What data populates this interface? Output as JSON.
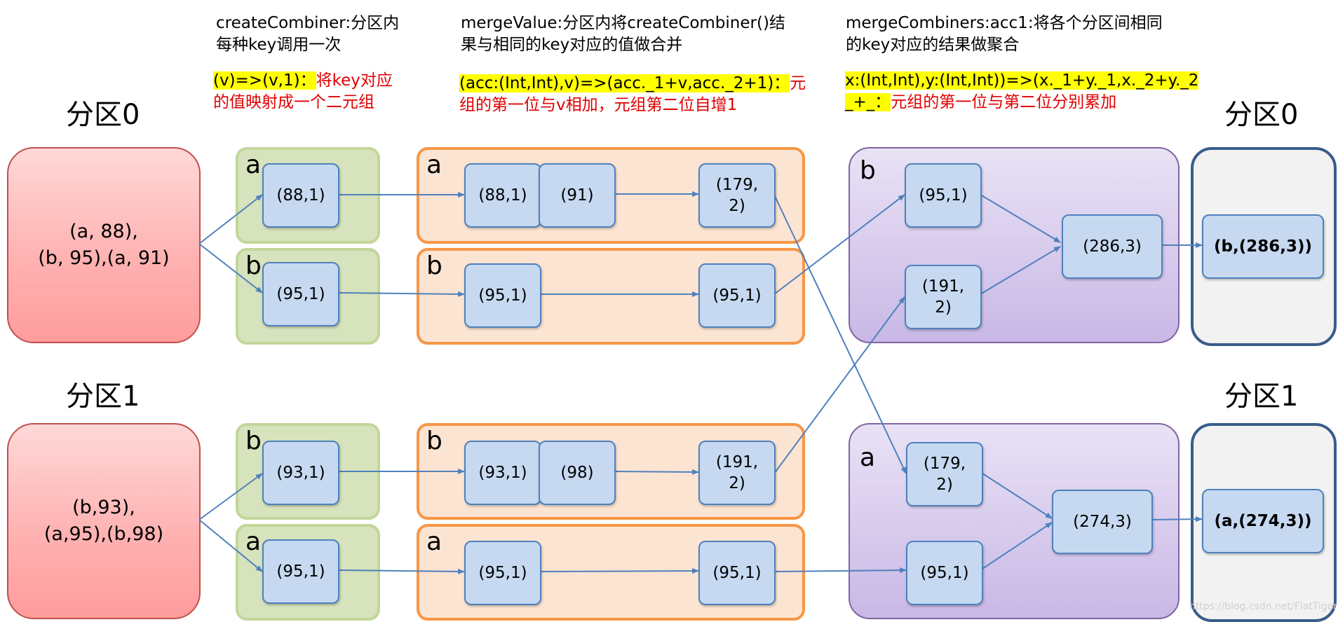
{
  "headers": {
    "create": "createCombiner:分区内\n每种key调用一次",
    "merge_value": "mergeValue:分区内将createCombiner()结\n果与相同的key对应的值做合并",
    "merge_combiners": "mergeCombiners:acc1:将各个分区间相同\n的key对应的结果做聚合"
  },
  "annotations": {
    "create_code": "(v)=>(v,1)：",
    "create_desc_1": "将key对应",
    "create_desc_2": "的值映射成一个二元组",
    "merge_code": "(acc:(Int,Int),v)=>(acc._1+v,acc._2+1)：",
    "merge_desc_1": "元",
    "merge_desc_2": "组的第一位与v相加，元组第二位自增1",
    "comb_code_1": "x:(Int,Int),y:(Int,Int))=>(x._1+y._1,x._2+y._2",
    "comb_code_2": "_+_：",
    "comb_desc": "元组的第一位与第二位分别累加"
  },
  "titles": {
    "left_p0": "分区0",
    "left_p1": "分区1",
    "right_p0": "分区0",
    "right_p1": "分区1"
  },
  "sources": {
    "p0": "(a, 88),\n(b, 95),(a, 91)",
    "p1": "(b,93),\n(a,95),(b,98)"
  },
  "group_keys": {
    "g1": "a",
    "g2": "b",
    "g3": "b",
    "g4": "a",
    "o1": "a",
    "o2": "b",
    "o3": "b",
    "o4": "a",
    "p1": "b",
    "p2": "a"
  },
  "nodes": {
    "c_a0": "(88,1)",
    "c_b0": "(95,1)",
    "c_b1": "(93,1)",
    "c_a1": "(95,1)",
    "m_a0_1": "(88,1)",
    "m_a0_2": "(91)",
    "m_a0_3": "(179,\n2)",
    "m_b0_1": "(95,1)",
    "m_b0_3": "(95,1)",
    "m_b1_1": "(93,1)",
    "m_b1_2": "(98)",
    "m_b1_3": "(191,\n2)",
    "m_a1_1": "(95,1)",
    "m_a1_3": "(95,1)",
    "cb_b_1": "(95,1)",
    "cb_b_2": "(191,\n2)",
    "cb_b_r": "(286,3)",
    "cb_a_1": "(179,\n2)",
    "cb_a_2": "(95,1)",
    "cb_a_r": "(274,3)",
    "out_b": "(b,(286,3))",
    "out_a": "(a,(274,3))"
  },
  "watermark": "https://blog.csdn.net/FlatTiger",
  "colors": {
    "arrow": "#4f81bd",
    "highlight": "#ffff00",
    "annotation_red": "#e00000"
  }
}
